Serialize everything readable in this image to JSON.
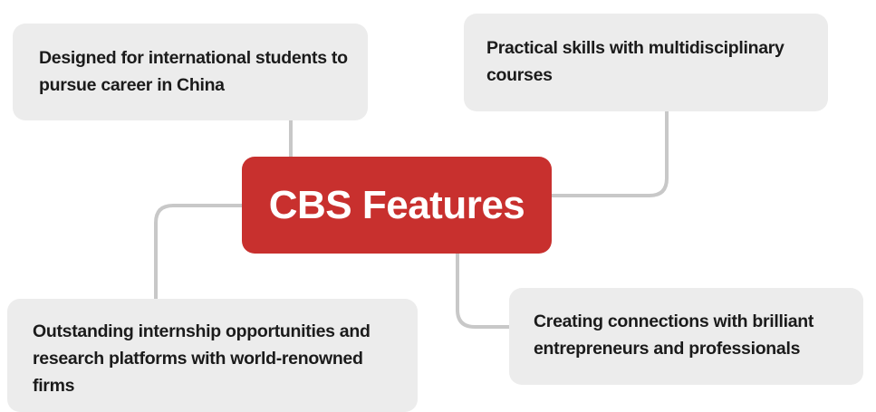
{
  "center": {
    "title": "CBS Features"
  },
  "features": [
    {
      "text": "Designed for international students to pursue career in China"
    },
    {
      "text": "Practical skills with multidisciplinary courses"
    },
    {
      "text": "Outstanding internship opportunities and research platforms with world-renowned firms"
    },
    {
      "text": "Creating connections with brilliant entrepreneurs and professionals"
    }
  ],
  "colors": {
    "accent": "#c8302e",
    "box": "#ececec",
    "connector": "#c8c8c8"
  }
}
